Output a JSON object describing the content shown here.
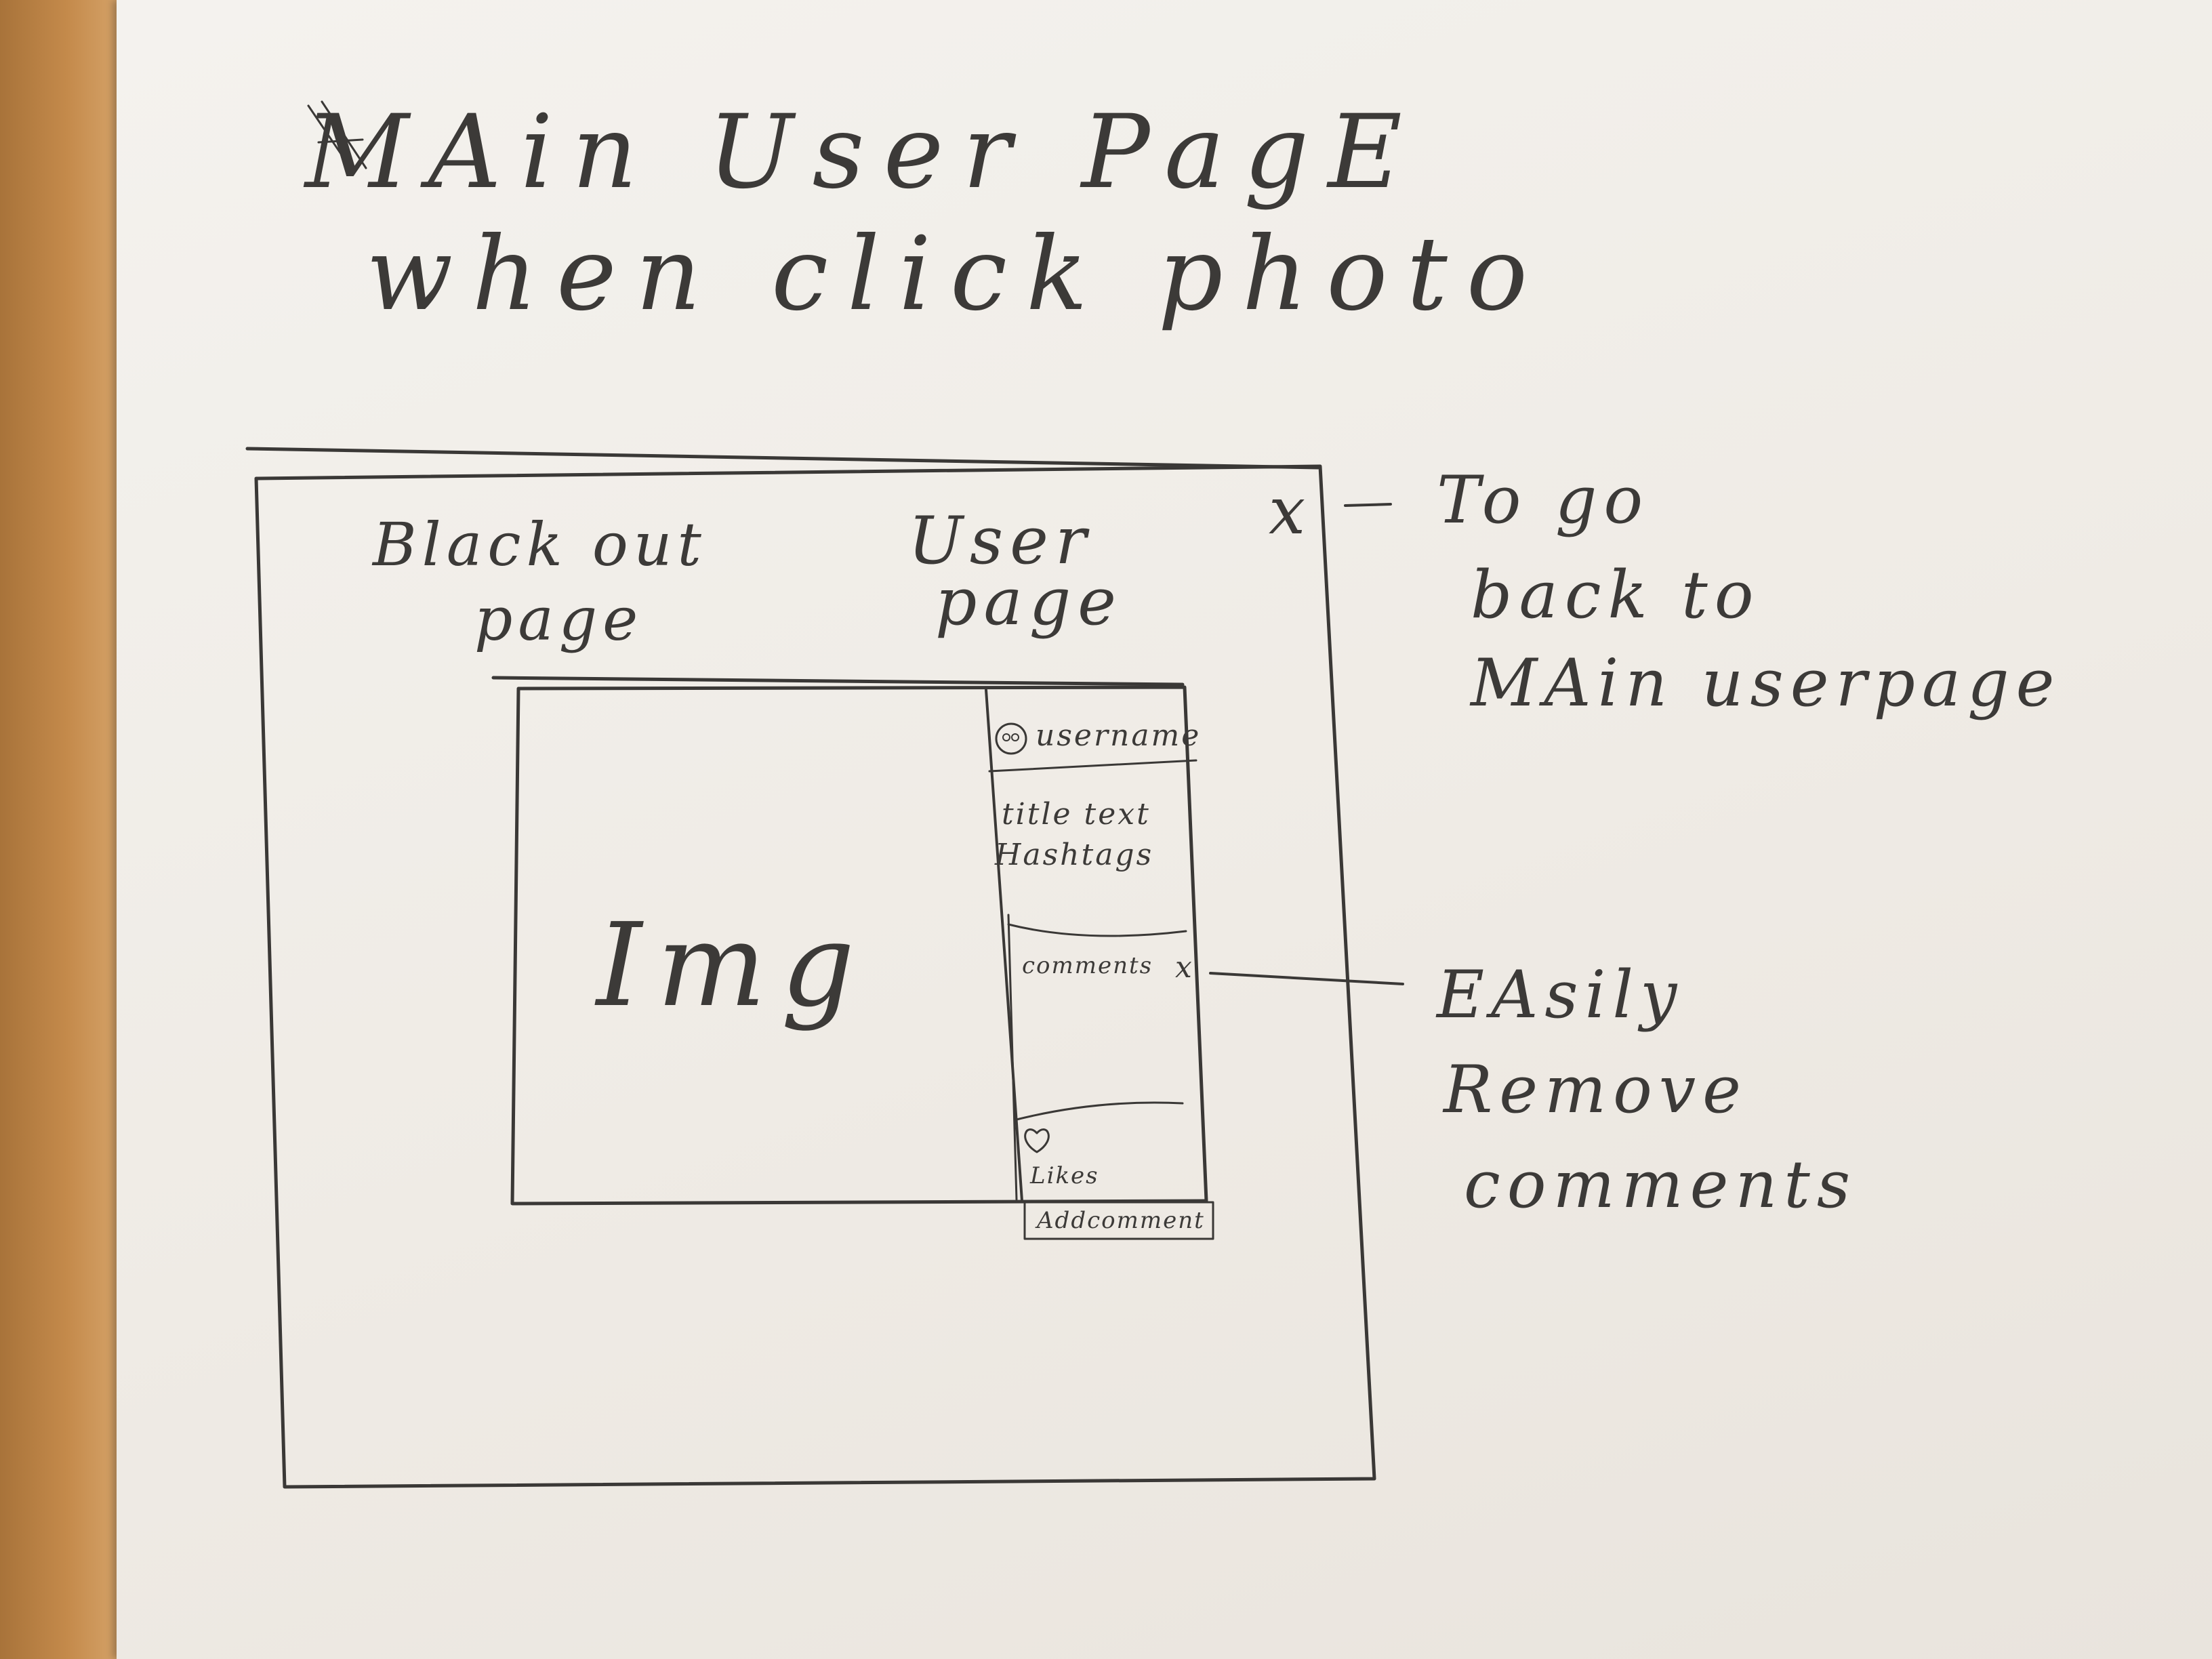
{
  "heading": {
    "line1": "MAin User PagE",
    "line2": "when click photo"
  },
  "overlay": {
    "label_line1": "Black out",
    "label_line2": "page",
    "background_line1": "User",
    "background_line2": "page",
    "close_symbol": "x"
  },
  "modal": {
    "image_label": "Img",
    "username": "username",
    "caption_line1": "title text",
    "caption_line2": "Hashtags",
    "comment": "comments",
    "comment_remove": "x",
    "likes": "Likes",
    "add_comment": "Addcomment"
  },
  "annotations": {
    "close_note_line1": "To go",
    "close_note_line2": "back to",
    "close_note_line3": "MAin userpage",
    "remove_note_line1": "EAsily",
    "remove_note_line2": "Remove",
    "remove_note_line3": "comments"
  }
}
